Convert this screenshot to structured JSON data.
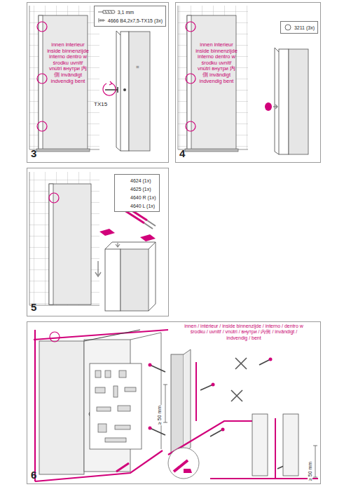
{
  "diagram": {
    "nodes": [
      {
        "text": [
          "3"
        ]
      },
      {
        "text": [
          "3,1 mm",
          "4666 B4,2x7,5-TX15 (3x)"
        ],
        "in": 0
      },
      {
        "text": [
          "4"
        ]
      },
      {
        "text": [
          "3211 (3x)"
        ],
        "in": 2
      },
      {
        "text": [
          "5"
        ]
      },
      {
        "text": [
          "4624 (1x)",
          "4625 (1x)",
          "4640 R (1x)",
          "4640 L (1x)"
        ],
        "in": 4
      },
      {
        "text": [
          "6"
        ]
      }
    ],
    "labels": [
      "innen interieur inside binnenzijde interno dentro w środku uvnitř vnútri внутри 内側 invändigt indvendig bent",
      "=",
      "TX15",
      "innen interieur inside binnenzijde interno dentro w środku uvnitř vnútri внутри 内側 invändigt indvendig bent",
      "innen / intérieur / inside binnenzijde / interno / dentro w środku / uvnitř / vnútri / внутри / 内側 / invändigt / indvendig / bent",
      "≥ 50 mm",
      "≥ 50 mm"
    ]
  }
}
